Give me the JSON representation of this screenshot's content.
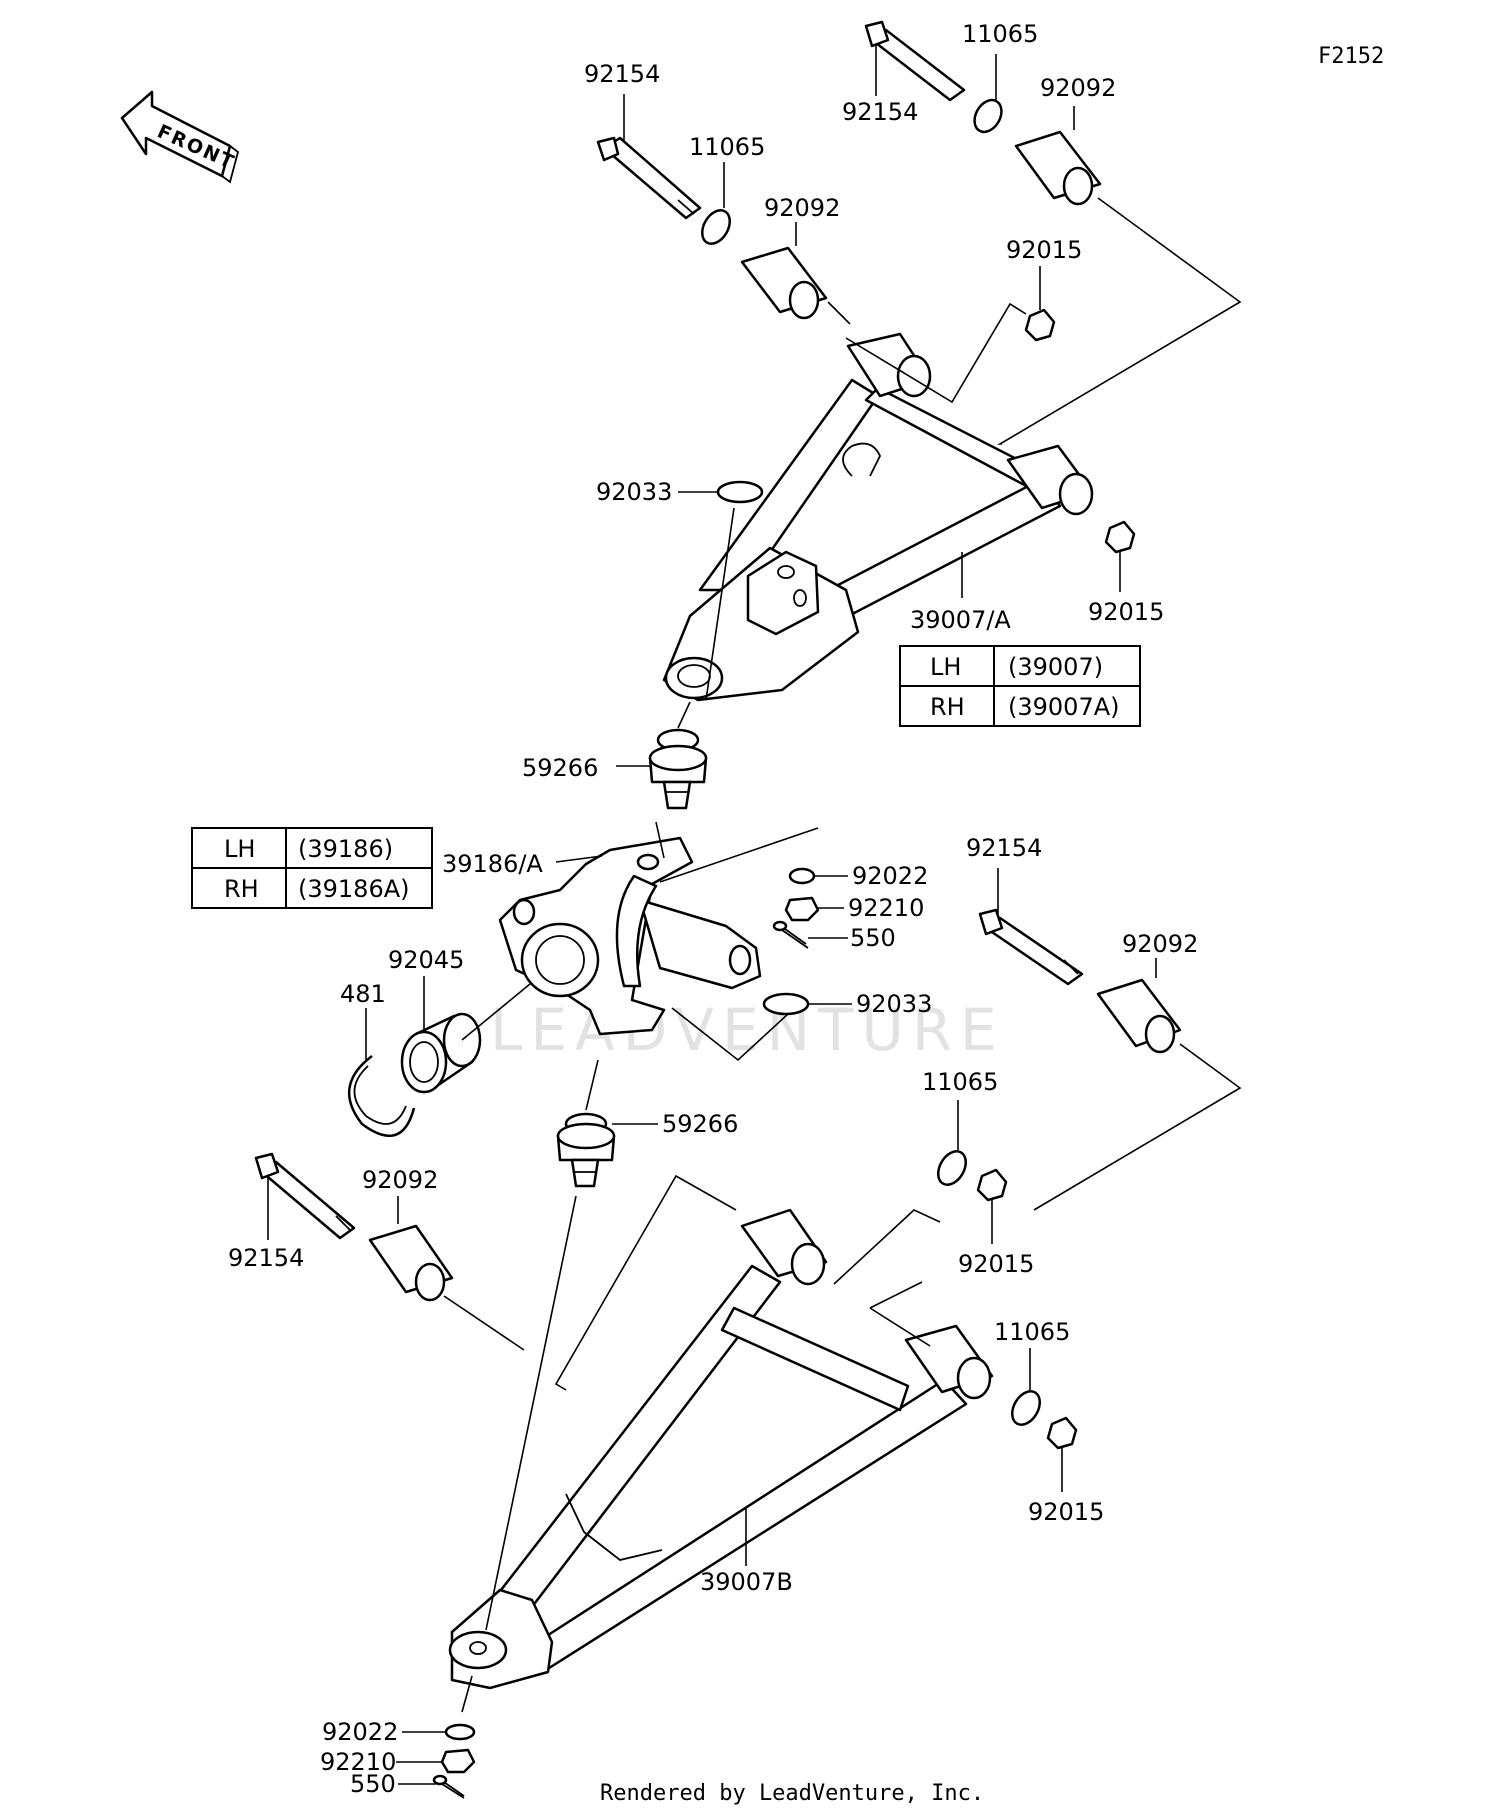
{
  "figure_code": "F2152",
  "front_arrow_label": "FRONT",
  "watermark": "LEADVENTURE",
  "footer": "Rendered by LeadVenture, Inc.",
  "tables": {
    "arm": {
      "rows": [
        {
          "side": "LH",
          "part": "(39007)"
        },
        {
          "side": "RH",
          "part": "(39007A)"
        }
      ]
    },
    "knuckle": {
      "rows": [
        {
          "side": "LH",
          "part": "(39186)"
        },
        {
          "side": "RH",
          "part": "(39186A)"
        }
      ]
    }
  },
  "labels": {
    "upper_bolt_left": "92154",
    "upper_bolt_right": "92154",
    "upper_washer_left": "11065",
    "upper_washer_right": "11065",
    "upper_bushing_left": "92092",
    "upper_bushing_right": "92092",
    "upper_nut_top": "92015",
    "upper_nut_right": "92015",
    "upper_circlip": "92033",
    "upper_arm": "39007/A",
    "upper_balljoint": "59266",
    "knuckle": "39186/A",
    "knuckle_washer": "92022",
    "knuckle_nut": "92210",
    "knuckle_pin": "550",
    "knuckle_circlip": "92033",
    "bearing": "92045",
    "snapring": "481",
    "lower_balljoint": "59266",
    "lower_bolt_right": "92154",
    "lower_bushing_right": "92092",
    "lower_washer_mid": "11065",
    "lower_nut_mid": "92015",
    "lower_bolt_left": "92154",
    "lower_bushing_left": "92092",
    "lower_washer_right": "11065",
    "lower_nut_right": "92015",
    "lower_arm": "39007B",
    "lower_washer": "92022",
    "lower_nut": "92210",
    "lower_pin": "550"
  }
}
